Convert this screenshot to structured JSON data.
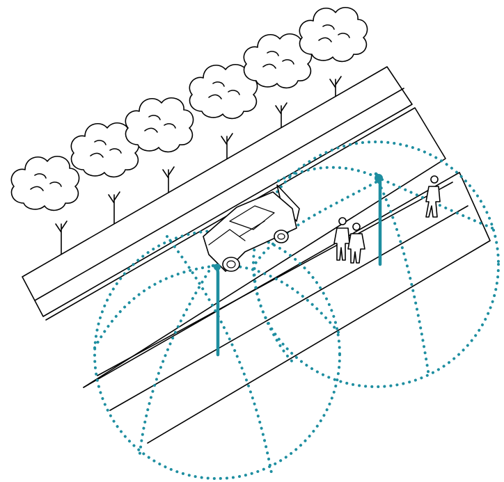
{
  "diagram": {
    "subject": "street-lighting-coverage",
    "colors": {
      "line": "#000000",
      "background": "#ffffff",
      "light_accent": "#1e8ea0"
    },
    "elements": {
      "trees": 6,
      "street_lights": 2,
      "cars": 1,
      "pedestrians": 3
    }
  }
}
